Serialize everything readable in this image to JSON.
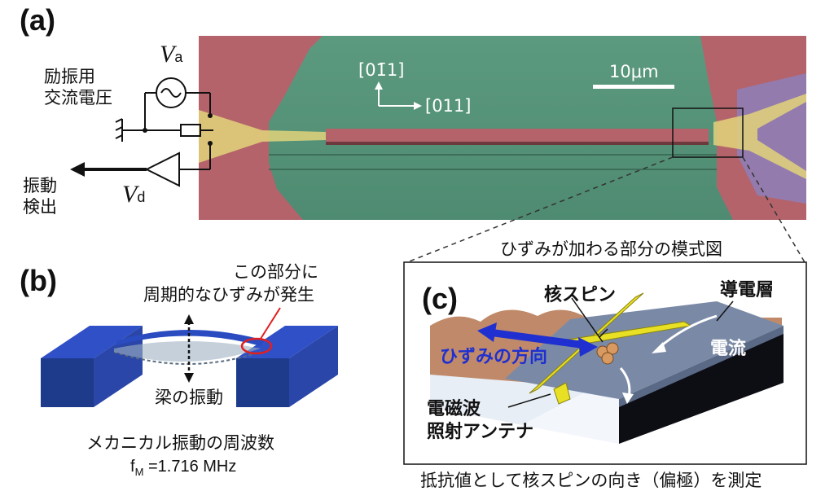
{
  "panel_a": {
    "label": "(a)",
    "va_label": "V",
    "va_sub": "a",
    "vd_label": "V",
    "vd_sub": "d",
    "drive_label_1": "励振用",
    "drive_label_2": "交流電圧",
    "detect_label_1": "振動",
    "detect_label_2": "検出",
    "dir_y": "[01̄1]",
    "dir_x": "[011]",
    "scale_bar": "10μm",
    "colors": {
      "substrate": "#5f9a80",
      "electrode": "#b4636b",
      "metal": "#e2d37a"
    }
  },
  "panel_b": {
    "label": "(b)",
    "callout_1": "この部分に",
    "callout_2": "周期的なひずみが発生",
    "beam_label": "梁の振動",
    "freq_label": "メカニカル振動の周波数",
    "freq_symbol": "f",
    "freq_sub": "M",
    "freq_value": "=1.716 MHz",
    "colors": {
      "block": "#1e3a8a",
      "callout": "#e02020"
    }
  },
  "panel_c": {
    "label": "(c)",
    "caption_top": "ひずみが加わる部分の模式図",
    "nuclear_spin": "核スピン",
    "conductive_layer": "導電層",
    "strain_dir": "ひずみの方向",
    "current": "電流",
    "antenna_1": "電磁波",
    "antenna_2": "照射アンテナ",
    "caption_bottom": "抵抗値として核スピンの向き（偏極）を測定",
    "colors": {
      "antenna": "#e8e024",
      "strain_arrow": "#2030d0"
    }
  }
}
